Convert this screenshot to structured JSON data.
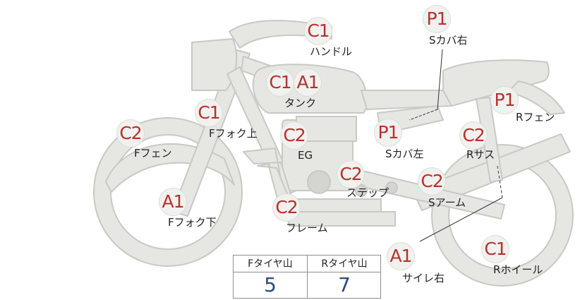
{
  "badges": {
    "handle": {
      "code": "C1",
      "label": "ハンドル"
    },
    "seat_cover_right": {
      "code": "P1",
      "label": "Sカバ右"
    },
    "tank": {
      "code1": "C1",
      "code2": "A1",
      "label": "タンク"
    },
    "rear_fender": {
      "code": "P1",
      "label": "Rフェン"
    },
    "front_fork_upper": {
      "code": "C1",
      "label": "Fフォク上"
    },
    "front_fender": {
      "code": "C2",
      "label": "Fフェン"
    },
    "engine": {
      "code": "C2",
      "label": "EG"
    },
    "seat_cover_left": {
      "code": "P1",
      "label": "Sカバ左"
    },
    "rear_suspension": {
      "code": "C2",
      "label": "Rサス"
    },
    "step": {
      "code": "C2",
      "label": "ステップ"
    },
    "swing_arm": {
      "code": "C2",
      "label": "Sアーム"
    },
    "front_fork_lower": {
      "code": "A1",
      "label": "Fフォク下"
    },
    "frame": {
      "code": "C2",
      "label": "フレーム"
    },
    "muffler_right": {
      "code": "A1",
      "label": "サイレ右"
    },
    "rear_wheel": {
      "code": "C1",
      "label": "Rホイール"
    }
  },
  "tread_table": {
    "front_header": "Fタイヤ山",
    "rear_header": "Rタイヤ山",
    "front_value": "5",
    "rear_value": "7"
  },
  "colors": {
    "code_text": "#b5322d",
    "value_text": "#2e4a7c",
    "bike_fill": "#e6e6e3",
    "bike_stroke": "#c8c8c4"
  }
}
